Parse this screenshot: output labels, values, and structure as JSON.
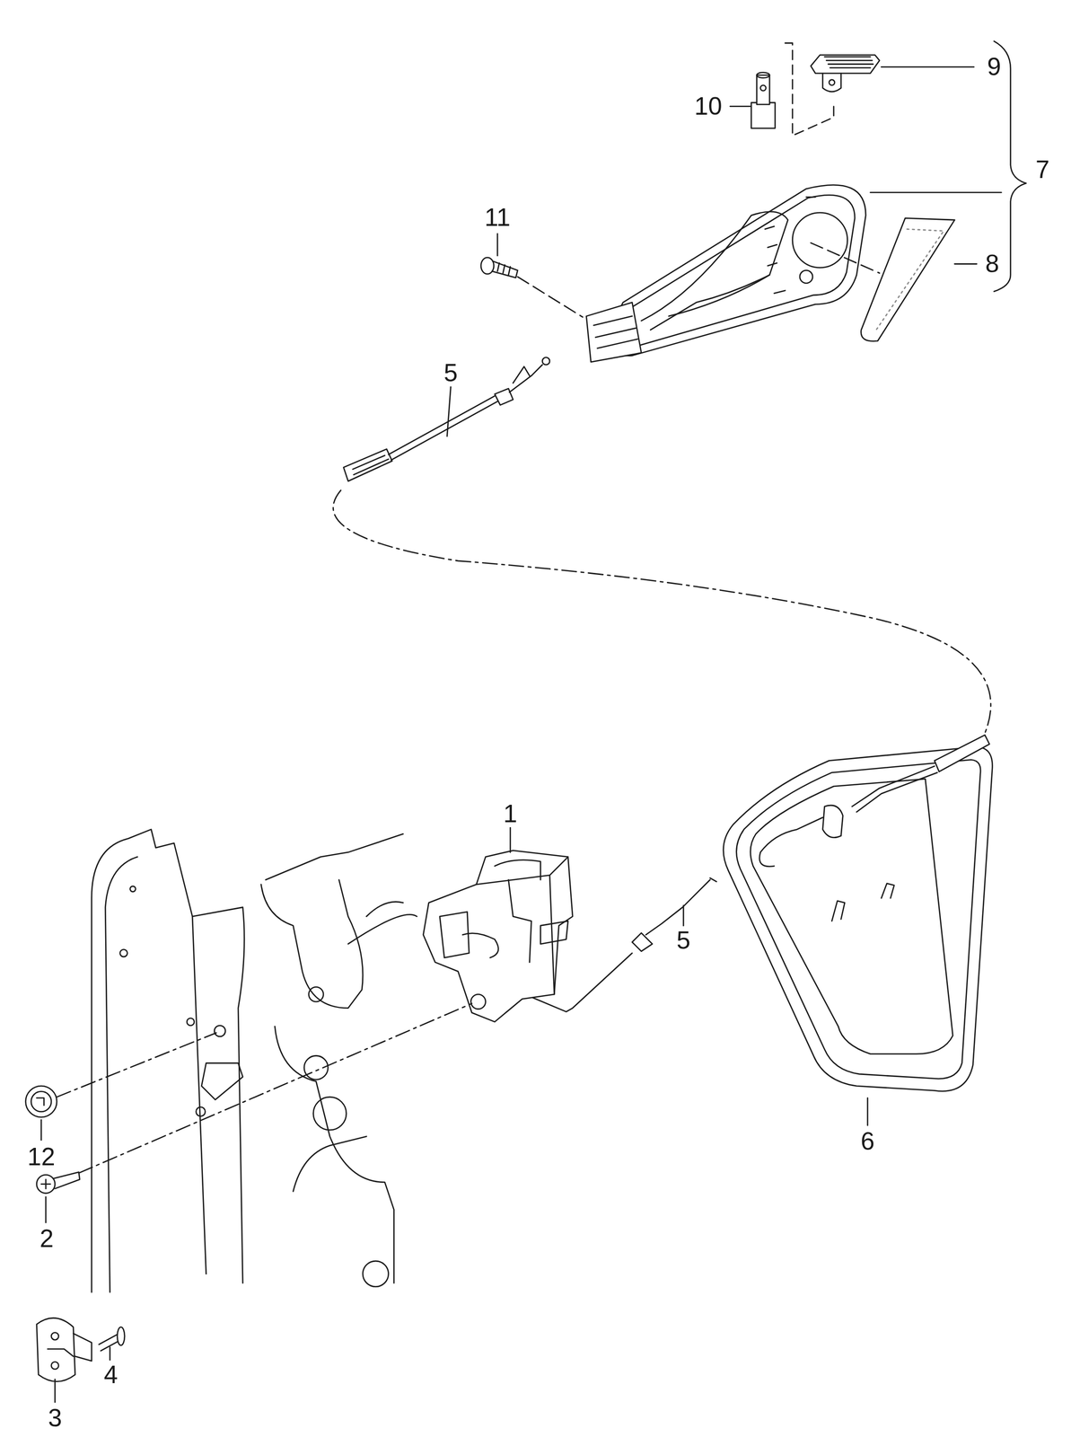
{
  "diagram": {
    "labels": [
      "9",
      "10",
      "7",
      "11",
      "8",
      "5",
      "1",
      "5",
      "6",
      "12",
      "2",
      "4",
      "3"
    ]
  }
}
